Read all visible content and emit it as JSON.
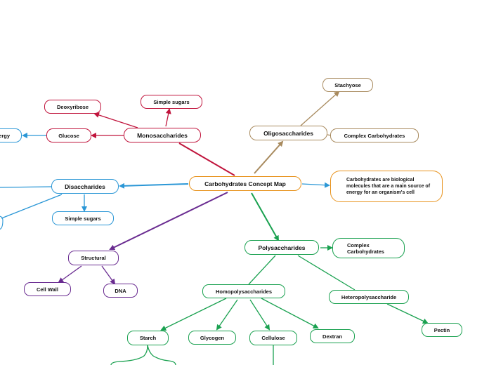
{
  "colors": {
    "red": "#c0143c",
    "blue": "#2b97d6",
    "orange": "#e8931e",
    "tan": "#a88a5e",
    "green": "#1aa150",
    "purple": "#6a2c91"
  },
  "nodes": {
    "root": "Carbohydrates Concept Map",
    "definition": "Carbohydrates are biological molecules that are a main source of energy for an organism's cell",
    "monosaccharides": "Monosaccharides",
    "simple_sugars_mono": "Simple sugars",
    "deoxyribose": "Deoxyribose",
    "glucose": "Glucose",
    "energy": "Energy",
    "oligosaccharides": "Oligosaccharides",
    "stachyose": "Stachyose",
    "complex_carbs_oligo": "Complex Carbohydrates",
    "disaccharides": "Disaccharides",
    "simple_sugars_di": "Simple sugars",
    "structural": "Structural",
    "cell_wall": "Cell Wall",
    "dna": "DNA",
    "polysaccharides": "Polysaccharides",
    "complex_carbs_poly": "Complex Carbohydrates",
    "homopolysaccharides": "Homopolysaccharides",
    "heteropolysaccharide": "Heteropolysaccharide",
    "pectin": "Pectin",
    "starch": "Starch",
    "glycogen": "Glycogen",
    "cellulose": "Cellulose",
    "dextran": "Dextran"
  }
}
